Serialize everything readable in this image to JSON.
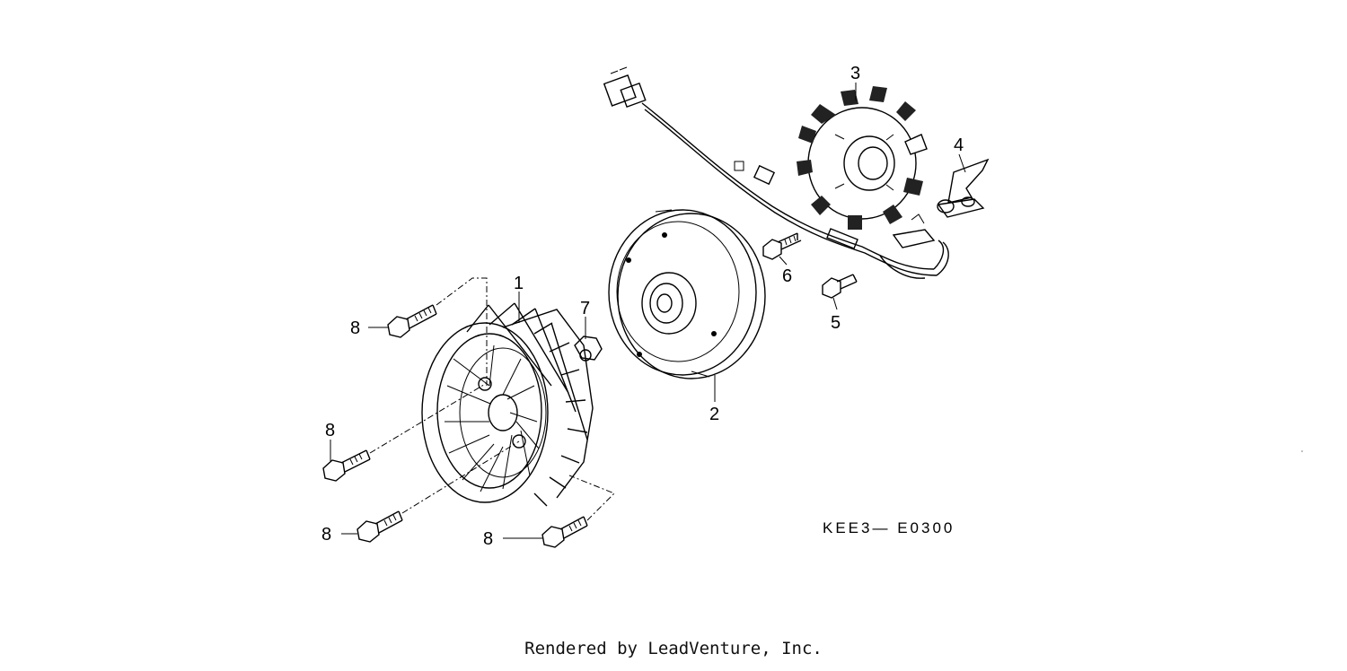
{
  "diagram": {
    "callouts": [
      {
        "id": "1",
        "label": "1"
      },
      {
        "id": "2",
        "label": "2"
      },
      {
        "id": "3",
        "label": "3"
      },
      {
        "id": "4",
        "label": "4"
      },
      {
        "id": "5",
        "label": "5"
      },
      {
        "id": "6",
        "label": "6"
      },
      {
        "id": "7",
        "label": "7"
      },
      {
        "id": "8a",
        "label": "8"
      },
      {
        "id": "8b",
        "label": "8"
      },
      {
        "id": "8c",
        "label": "8"
      },
      {
        "id": "8d",
        "label": "8"
      }
    ],
    "parts": [
      "cooling-fan",
      "flywheel",
      "stator",
      "bracket",
      "bolt",
      "bolt",
      "nut",
      "bolt"
    ],
    "diagram_code": "KEE3— E0300"
  },
  "footer": {
    "text": "Rendered by LeadVenture, Inc."
  }
}
